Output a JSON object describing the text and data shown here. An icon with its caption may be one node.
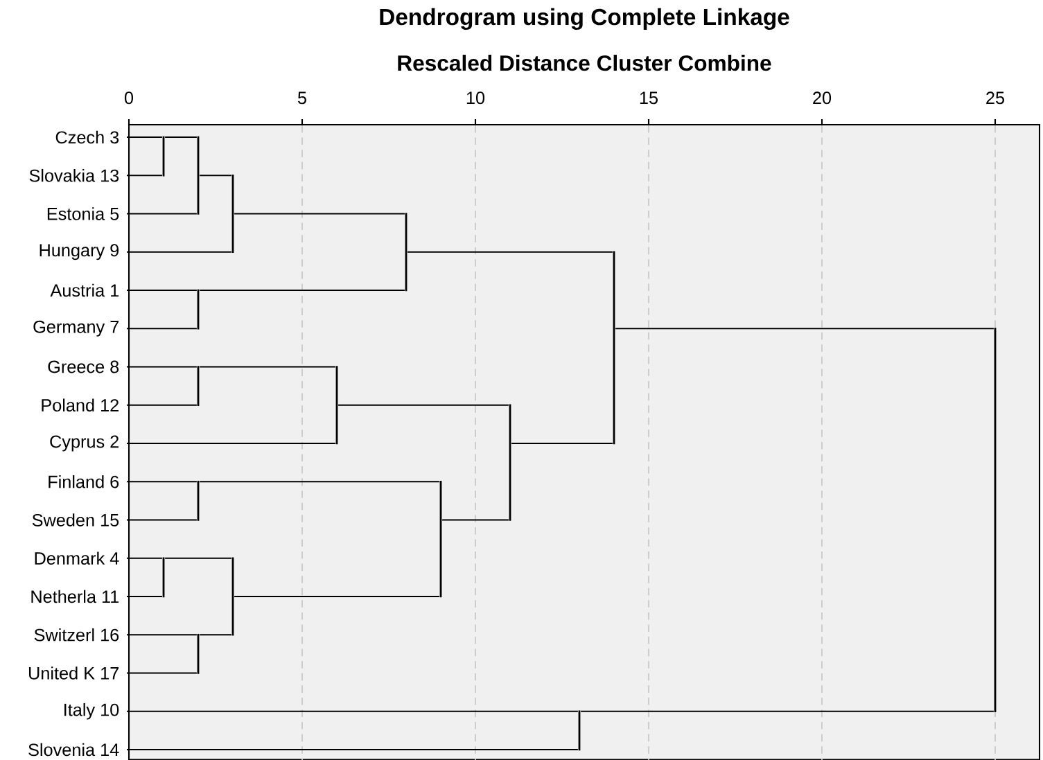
{
  "diagram": {
    "title": "Dendrogram using Complete Linkage",
    "nodes": [
      {
        "text": [
          "Czech 3"
        ]
      },
      {
        "text": [
          "Slovakia 13"
        ]
      },
      {
        "text": [
          "Estonia 5"
        ]
      },
      {
        "text": [
          "Hungary 9"
        ]
      },
      {
        "text": [
          "Austria 1"
        ]
      },
      {
        "text": [
          "Germany 7"
        ]
      },
      {
        "text": [
          "Greece 8"
        ]
      },
      {
        "text": [
          "Poland 12"
        ]
      },
      {
        "text": [
          "Cyprus 2"
        ]
      },
      {
        "text": [
          "Finland 6"
        ]
      },
      {
        "text": [
          "Sweden 15"
        ]
      },
      {
        "text": [
          "Denmark 4"
        ]
      },
      {
        "text": [
          "Netherla 11"
        ]
      },
      {
        "text": [
          "Switzerl 16"
        ]
      },
      {
        "text": [
          "United K 17"
        ]
      },
      {
        "text": [
          "Italy 10"
        ]
      },
      {
        "text": [
          "Slovenia 14"
        ]
      },
      {
        "text": [],
        "shape": "bar"
      },
      {
        "text": [],
        "shape": "bar"
      },
      {
        "text": [],
        "shape": "bar"
      },
      {
        "text": [],
        "shape": "bar"
      },
      {
        "text": [],
        "shape": "bar"
      },
      {
        "text": [],
        "shape": "bar"
      },
      {
        "text": [],
        "shape": "bar"
      },
      {
        "text": [],
        "shape": "bar"
      },
      {
        "text": [],
        "shape": "bar"
      },
      {
        "text": [],
        "shape": "bar"
      },
      {
        "text": [],
        "shape": "bar"
      },
      {
        "text": [],
        "shape": "bar"
      },
      {
        "text": [],
        "shape": "bar"
      },
      {
        "text": [],
        "shape": "bar"
      },
      {
        "text": [],
        "shape": "bar"
      },
      {
        "text": [],
        "shape": "bar"
      }
    ],
    "edges": [
      {
        "from": 0,
        "to": 17,
        "arrow": "none"
      },
      {
        "from": 1,
        "to": 17,
        "arrow": "none"
      },
      {
        "from": 17,
        "to": 18,
        "arrow": "none"
      },
      {
        "from": 2,
        "to": 18,
        "arrow": "none"
      },
      {
        "from": 18,
        "to": 19,
        "arrow": "none"
      },
      {
        "from": 3,
        "to": 19,
        "arrow": "none"
      },
      {
        "from": 4,
        "to": 20,
        "arrow": "none"
      },
      {
        "from": 5,
        "to": 20,
        "arrow": "none"
      },
      {
        "from": 19,
        "to": 21,
        "arrow": "none"
      },
      {
        "from": 20,
        "to": 21,
        "arrow": "none"
      },
      {
        "from": 6,
        "to": 22,
        "arrow": "none"
      },
      {
        "from": 7,
        "to": 22,
        "arrow": "none"
      },
      {
        "from": 22,
        "to": 23,
        "arrow": "none"
      },
      {
        "from": 8,
        "to": 23,
        "arrow": "none"
      },
      {
        "from": 9,
        "to": 24,
        "arrow": "none"
      },
      {
        "from": 10,
        "to": 24,
        "arrow": "none"
      },
      {
        "from": 11,
        "to": 25,
        "arrow": "none"
      },
      {
        "from": 12,
        "to": 25,
        "arrow": "none"
      },
      {
        "from": 13,
        "to": 26,
        "arrow": "none"
      },
      {
        "from": 14,
        "to": 26,
        "arrow": "none"
      },
      {
        "from": 25,
        "to": 27,
        "arrow": "none"
      },
      {
        "from": 26,
        "to": 27,
        "arrow": "none"
      },
      {
        "from": 24,
        "to": 28,
        "arrow": "none"
      },
      {
        "from": 27,
        "to": 28,
        "arrow": "none"
      },
      {
        "from": 23,
        "to": 29,
        "arrow": "none"
      },
      {
        "from": 28,
        "to": 29,
        "arrow": "none"
      },
      {
        "from": 21,
        "to": 30,
        "arrow": "none"
      },
      {
        "from": 29,
        "to": 30,
        "arrow": "none"
      },
      {
        "from": 15,
        "to": 31,
        "arrow": "none"
      },
      {
        "from": 16,
        "to": 31,
        "arrow": "none"
      },
      {
        "from": 30,
        "to": 32,
        "arrow": "none"
      },
      {
        "from": 31,
        "to": 32,
        "arrow": "none"
      }
    ],
    "labels": [
      "Rescaled Distance Cluster Combine",
      "0",
      "5",
      "10",
      "15",
      "20",
      "25"
    ]
  }
}
